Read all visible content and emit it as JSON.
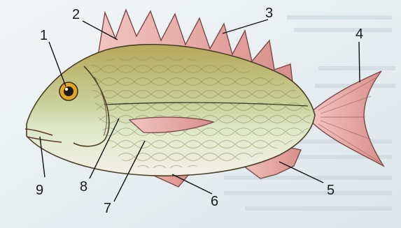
{
  "diagram": {
    "labels": [
      {
        "id": "1",
        "text": "1"
      },
      {
        "id": "2",
        "text": "2"
      },
      {
        "id": "3",
        "text": "3"
      },
      {
        "id": "4",
        "text": "4"
      },
      {
        "id": "5",
        "text": "5"
      },
      {
        "id": "6",
        "text": "6"
      },
      {
        "id": "7",
        "text": "7"
      },
      {
        "id": "8",
        "text": "8"
      },
      {
        "id": "9",
        "text": "9"
      }
    ]
  },
  "colors": {
    "body_back": "#b7b25e",
    "body_belly": "#f0f0e4",
    "fin": "#e7a9a7",
    "eye": "#e1a52a",
    "lines": "#111111"
  }
}
